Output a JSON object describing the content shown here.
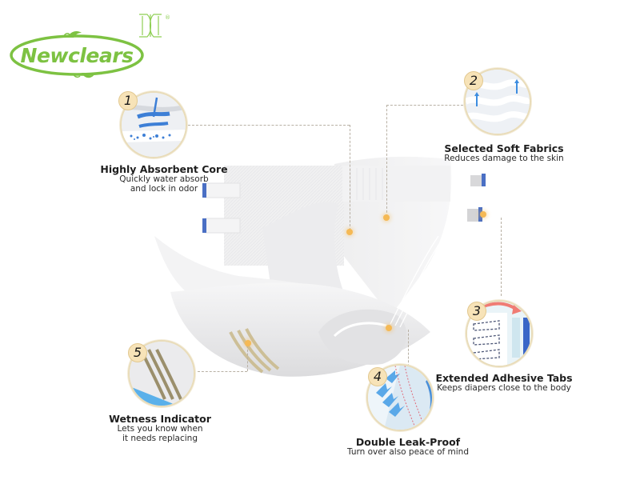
{
  "brand": {
    "logo_text": "Newclears",
    "logo_color": "#7dc242",
    "mark": "trademark-emblem",
    "registered_symbol": "®"
  },
  "features": [
    {
      "number": "1",
      "title": "Highly Absorbent Core",
      "description_lines": [
        "Quickly water absorb",
        "and lock in odor"
      ],
      "icon": "absorbent-core-image"
    },
    {
      "number": "2",
      "title": "Selected Soft Fabrics",
      "description_lines": [
        "Reduces damage to the skin"
      ],
      "icon": "soft-fabric-image"
    },
    {
      "number": "3",
      "title": "Extended Adhesive Tabs",
      "description_lines": [
        "Keeps diapers close to the body"
      ],
      "icon": "adhesive-tab-image"
    },
    {
      "number": "4",
      "title": "Double Leak-Proof",
      "description_lines": [
        "Turn over also peace of mind"
      ],
      "icon": "leak-proof-image"
    },
    {
      "number": "5",
      "title": "Wetness Indicator",
      "description_lines": [
        "Lets you know when",
        "it needs replacing"
      ],
      "icon": "wetness-indicator-image"
    }
  ],
  "colors": {
    "badge_fill": "#f7e3b8",
    "connector_dot": "#f5b955",
    "tab_blue": "#4a6fc4",
    "indicator_stripe": "#c9b98a"
  }
}
